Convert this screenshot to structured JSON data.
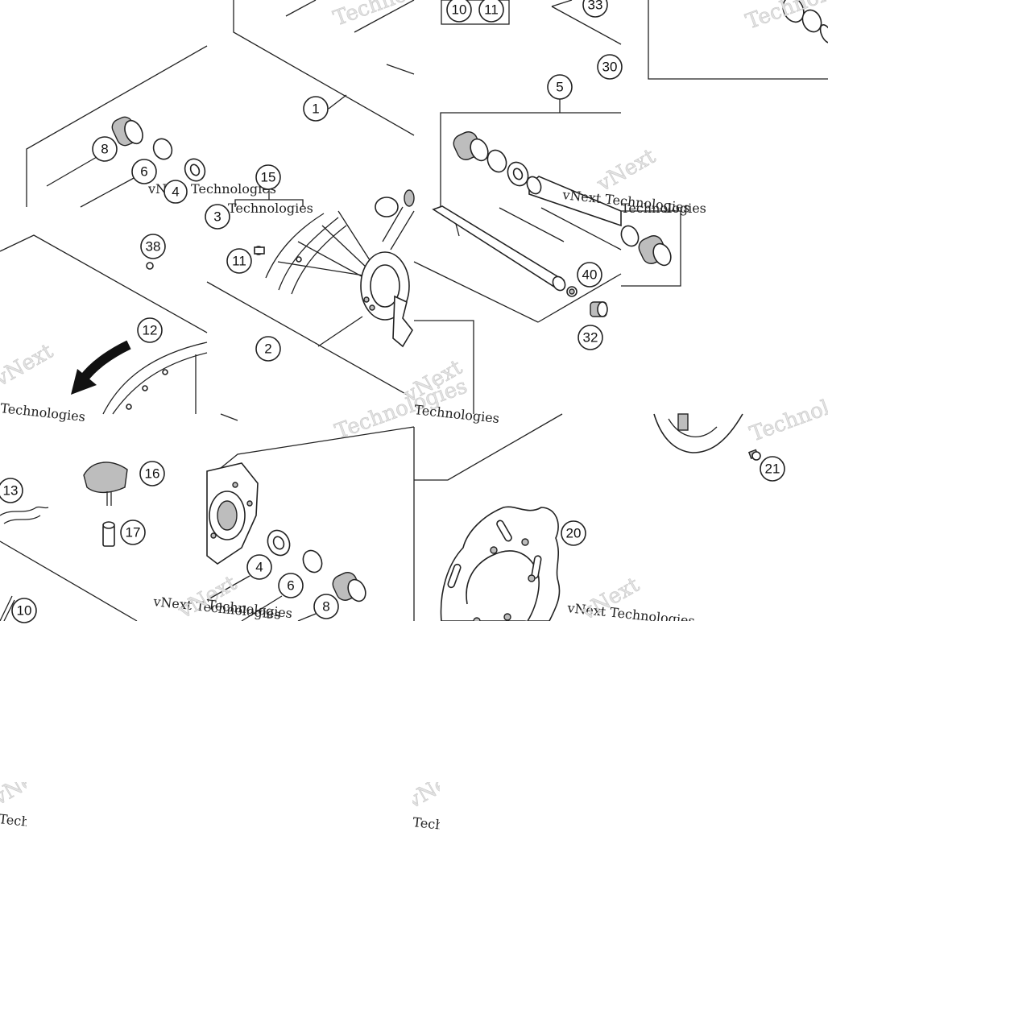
{
  "watermark": {
    "brand": "vNext",
    "company": "Technologies",
    "full": "vNext Technologies"
  },
  "callouts": [
    {
      "id": "c1",
      "label": "1"
    },
    {
      "id": "c2",
      "label": "2"
    },
    {
      "id": "c3",
      "label": "3"
    },
    {
      "id": "c4a",
      "label": "4"
    },
    {
      "id": "c4b",
      "label": "4"
    },
    {
      "id": "c5",
      "label": "5"
    },
    {
      "id": "c6a",
      "label": "6"
    },
    {
      "id": "c6b",
      "label": "6"
    },
    {
      "id": "c8a",
      "label": "8"
    },
    {
      "id": "c8b",
      "label": "8"
    },
    {
      "id": "c10a",
      "label": "10"
    },
    {
      "id": "c10b",
      "label": "10"
    },
    {
      "id": "c11a",
      "label": "11"
    },
    {
      "id": "c11b",
      "label": "11"
    },
    {
      "id": "c12",
      "label": "12"
    },
    {
      "id": "c13",
      "label": "13"
    },
    {
      "id": "c15",
      "label": "15"
    },
    {
      "id": "c16",
      "label": "16"
    },
    {
      "id": "c17",
      "label": "17"
    },
    {
      "id": "c20",
      "label": "20"
    },
    {
      "id": "c21",
      "label": "21"
    },
    {
      "id": "c30",
      "label": "30"
    },
    {
      "id": "c32",
      "label": "32"
    },
    {
      "id": "c33",
      "label": "33"
    },
    {
      "id": "c38",
      "label": "38"
    },
    {
      "id": "c40",
      "label": "40"
    }
  ]
}
